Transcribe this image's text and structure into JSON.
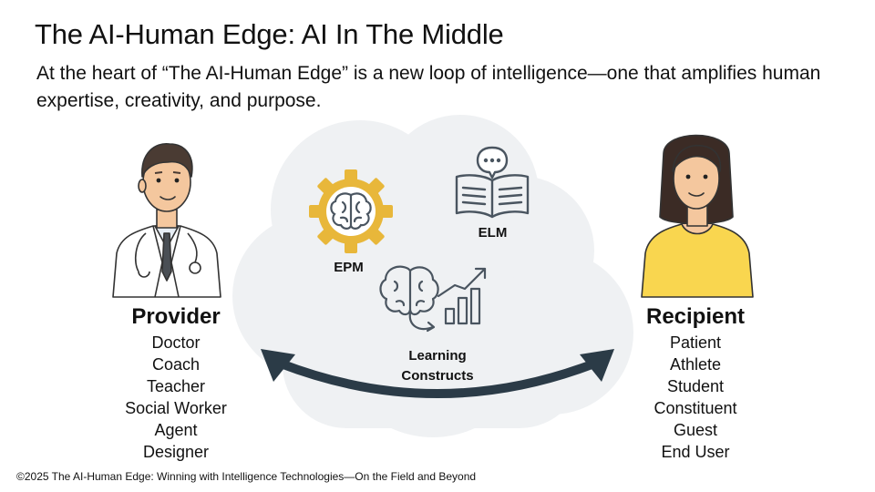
{
  "title": "The AI-Human Edge: AI In The Middle",
  "subtitle": "At the heart of “The AI-Human Edge” is a new loop of intelligence—one that amplifies human expertise, creativity, and purpose.",
  "center": {
    "epm_label": "EPM",
    "elm_label": "ELM",
    "learning_line1": "Learning",
    "learning_line2": "Constructs"
  },
  "provider": {
    "title": "Provider",
    "items": [
      "Doctor",
      "Coach",
      "Teacher",
      "Social Worker",
      "Agent",
      "Designer"
    ]
  },
  "recipient": {
    "title": "Recipient",
    "items": [
      "Patient",
      "Athlete",
      "Student",
      "Constituent",
      "Guest",
      "End User"
    ]
  },
  "footer": "©2025 The AI-Human Edge: Winning with Intelligence Technologies—On the Field and Beyond",
  "colors": {
    "cloud": "#eff1f3",
    "arrow": "#2b3b47",
    "gear": "#e8b73a",
    "shirt": "#f9d64f",
    "icon_stroke": "#4a5560"
  }
}
